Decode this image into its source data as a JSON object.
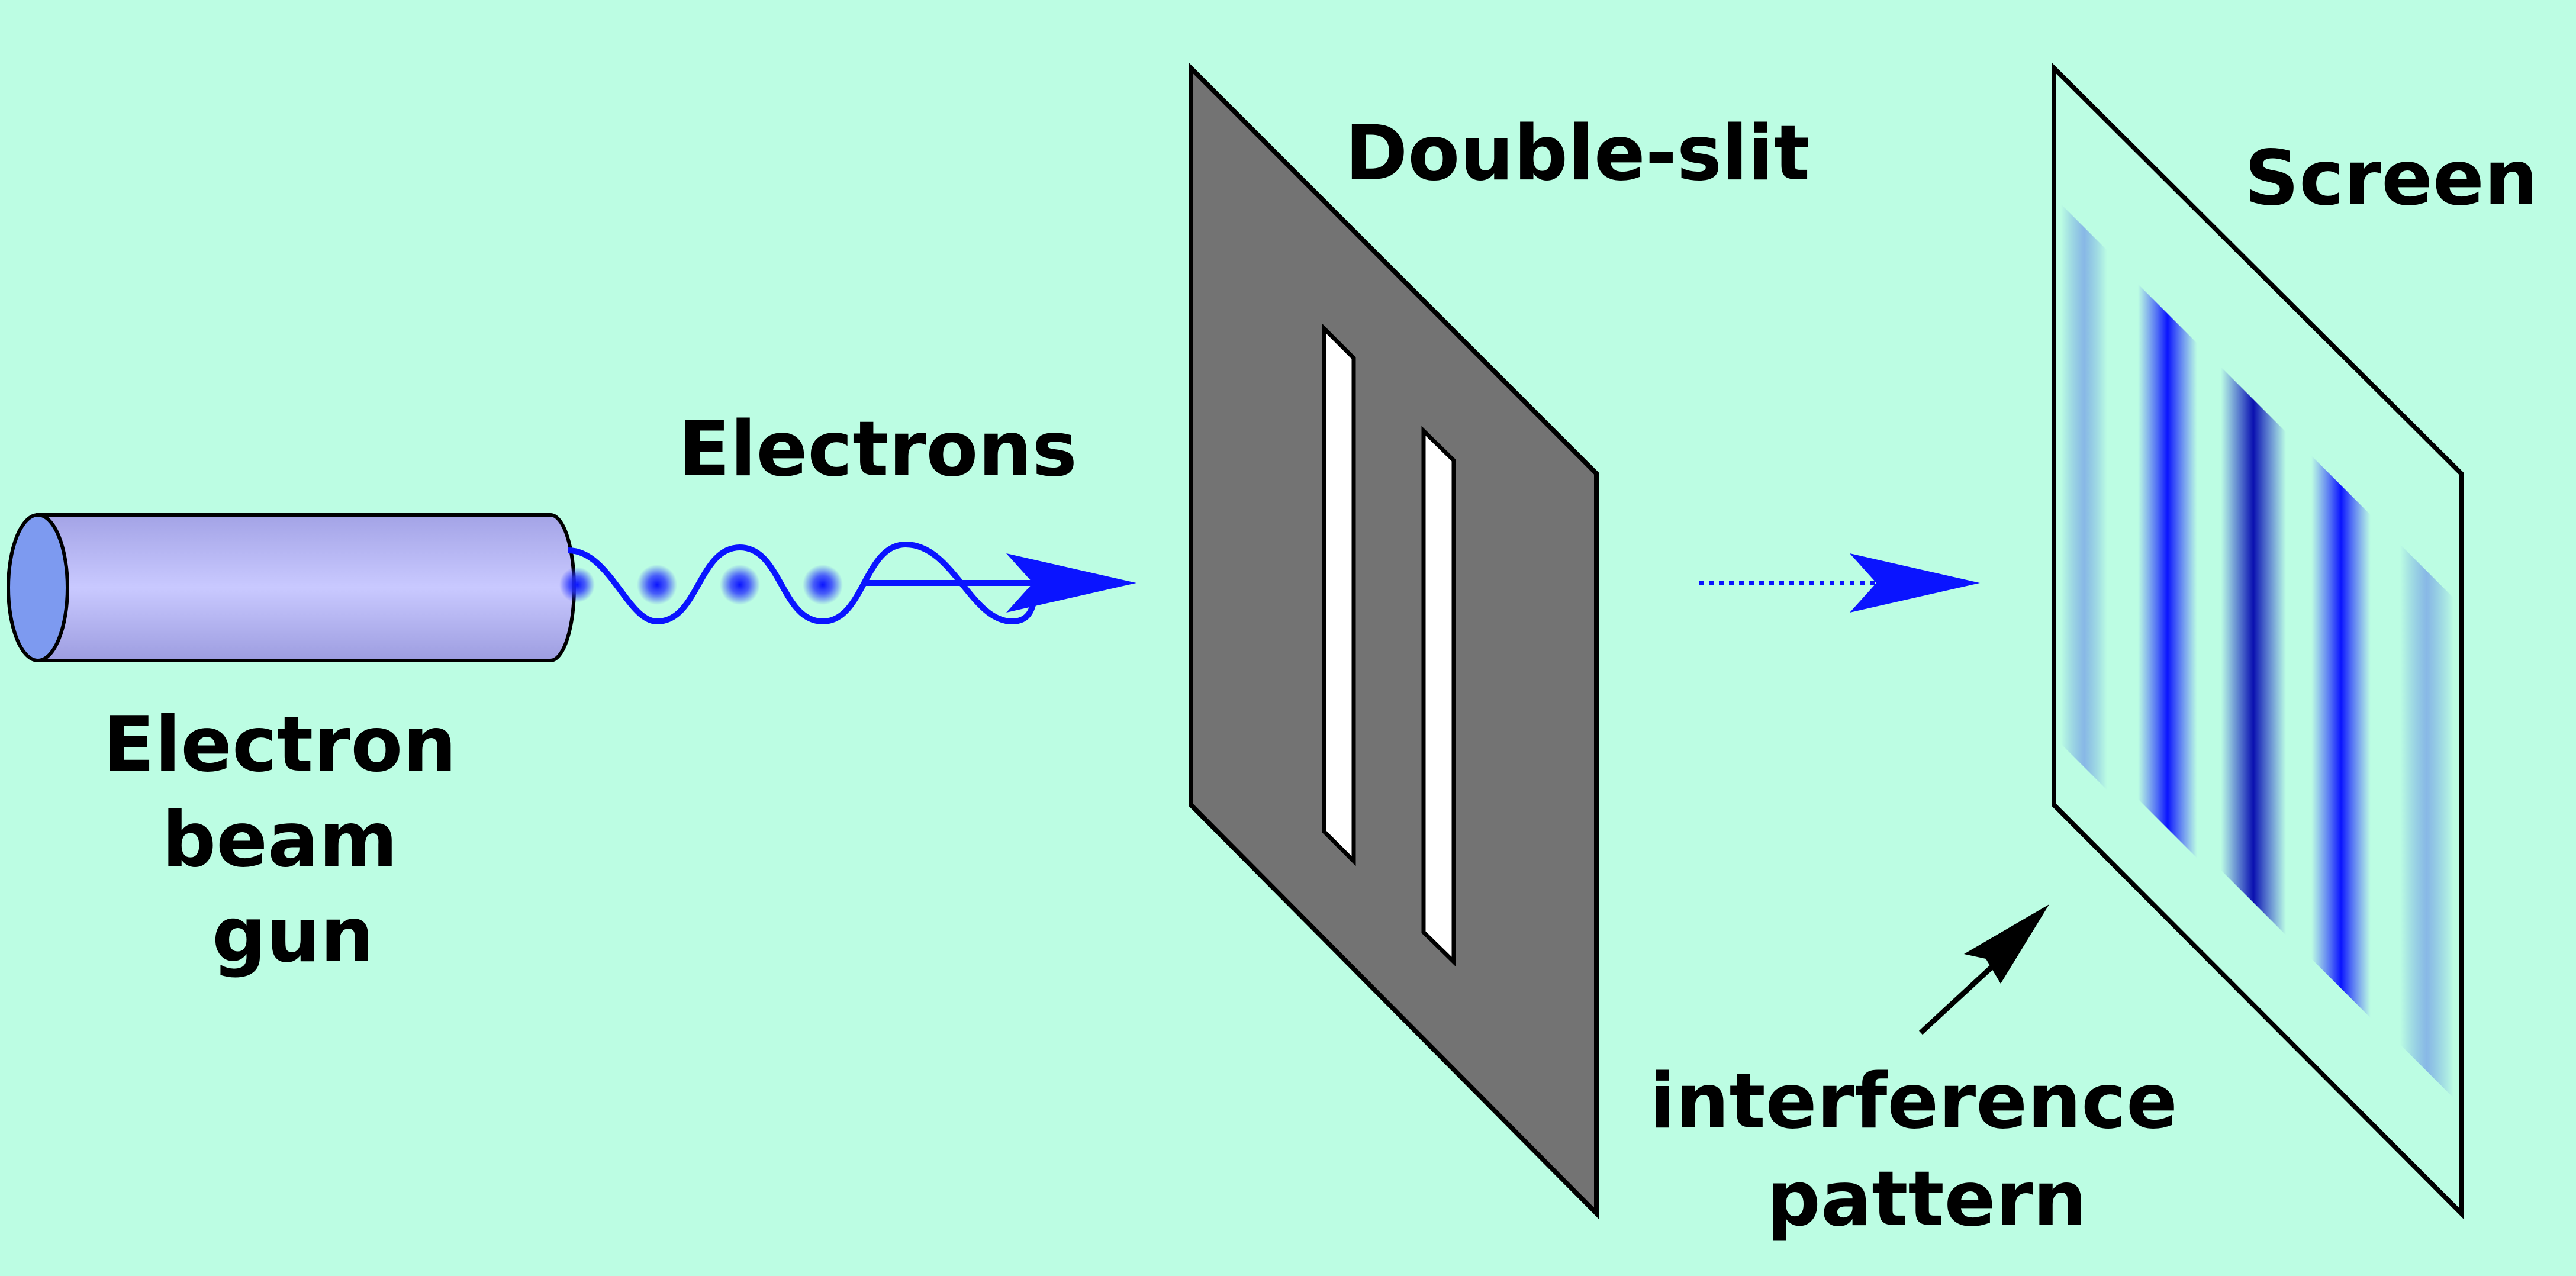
{
  "colors": {
    "background": "#bcfde3",
    "slit_panel": "#737373",
    "beam": "#0a14ff",
    "gun_body": "#c3c3fb",
    "gun_end": "#7d9af0",
    "fringe": "#0a14ff"
  },
  "labels": {
    "electron_gun": [
      "Electron",
      "beam",
      "gun"
    ],
    "electrons": "Electrons",
    "double_slit": "Double-slit",
    "screen": "Screen",
    "pattern": [
      "interference",
      "pattern"
    ]
  },
  "icons": {
    "beam_arrow": "arrow-right-icon",
    "pattern_pointer": "arrow-up-right-icon"
  }
}
